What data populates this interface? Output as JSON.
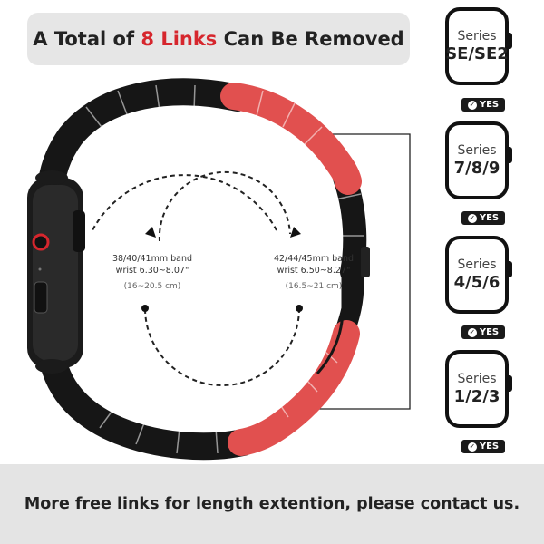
{
  "header": {
    "title_prefix": "A Total of ",
    "title_highlight": "8 Links",
    "title_suffix": " Can Be Removed"
  },
  "band": {
    "left_size": "38/40/41mm band",
    "left_wrist": "wrist 6.30~8.07\"",
    "left_cm": "(16~20.5 cm)",
    "right_size": "42/44/45mm band",
    "right_wrist": "wrist 6.50~8.27\"",
    "right_cm": "(16.5~21 cm)",
    "colors": {
      "black_link": "#161616",
      "red_link": "#e1504f"
    }
  },
  "series": [
    {
      "label": "Series",
      "models": "SE/SE2",
      "badge": "YES"
    },
    {
      "label": "Series",
      "models": "7/8/9",
      "badge": "YES"
    },
    {
      "label": "Series",
      "models": "4/5/6",
      "badge": "YES"
    },
    {
      "label": "Series",
      "models": "1/2/3",
      "badge": "YES"
    }
  ],
  "footer": {
    "text": "More free links for length extention, please contact us."
  },
  "icons": [
    "watch-icon",
    "check-icon",
    "rotate-arrow-icon"
  ]
}
